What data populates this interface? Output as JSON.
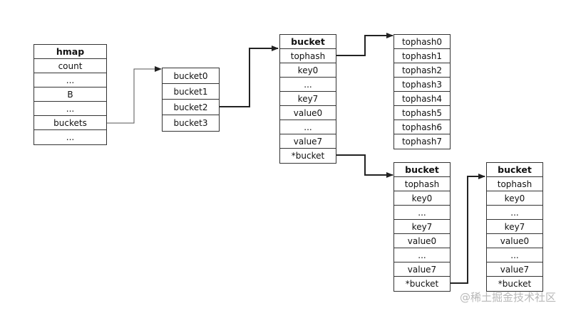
{
  "hmap": [
    "hmap",
    "count",
    "...",
    "B",
    "...",
    "buckets",
    "..."
  ],
  "buckets_array": [
    "bucket0",
    "bucket1",
    "bucket2",
    "bucket3"
  ],
  "bucket_main": [
    "bucket",
    "tophash",
    "key0",
    "...",
    "key7",
    "value0",
    "...",
    "value7",
    "*bucket"
  ],
  "tophash_list": [
    "tophash0",
    "tophash1",
    "tophash2",
    "tophash3",
    "tophash4",
    "tophash5",
    "tophash6",
    "tophash7"
  ],
  "bucket_overflow1": [
    "bucket",
    "tophash",
    "key0",
    "...",
    "key7",
    "value0",
    "...",
    "value7",
    "*bucket"
  ],
  "bucket_overflow2": [
    "bucket",
    "tophash",
    "key0",
    "...",
    "key7",
    "value0",
    "...",
    "value7",
    "*bucket"
  ],
  "watermark": "@稀土掘金技术社区"
}
